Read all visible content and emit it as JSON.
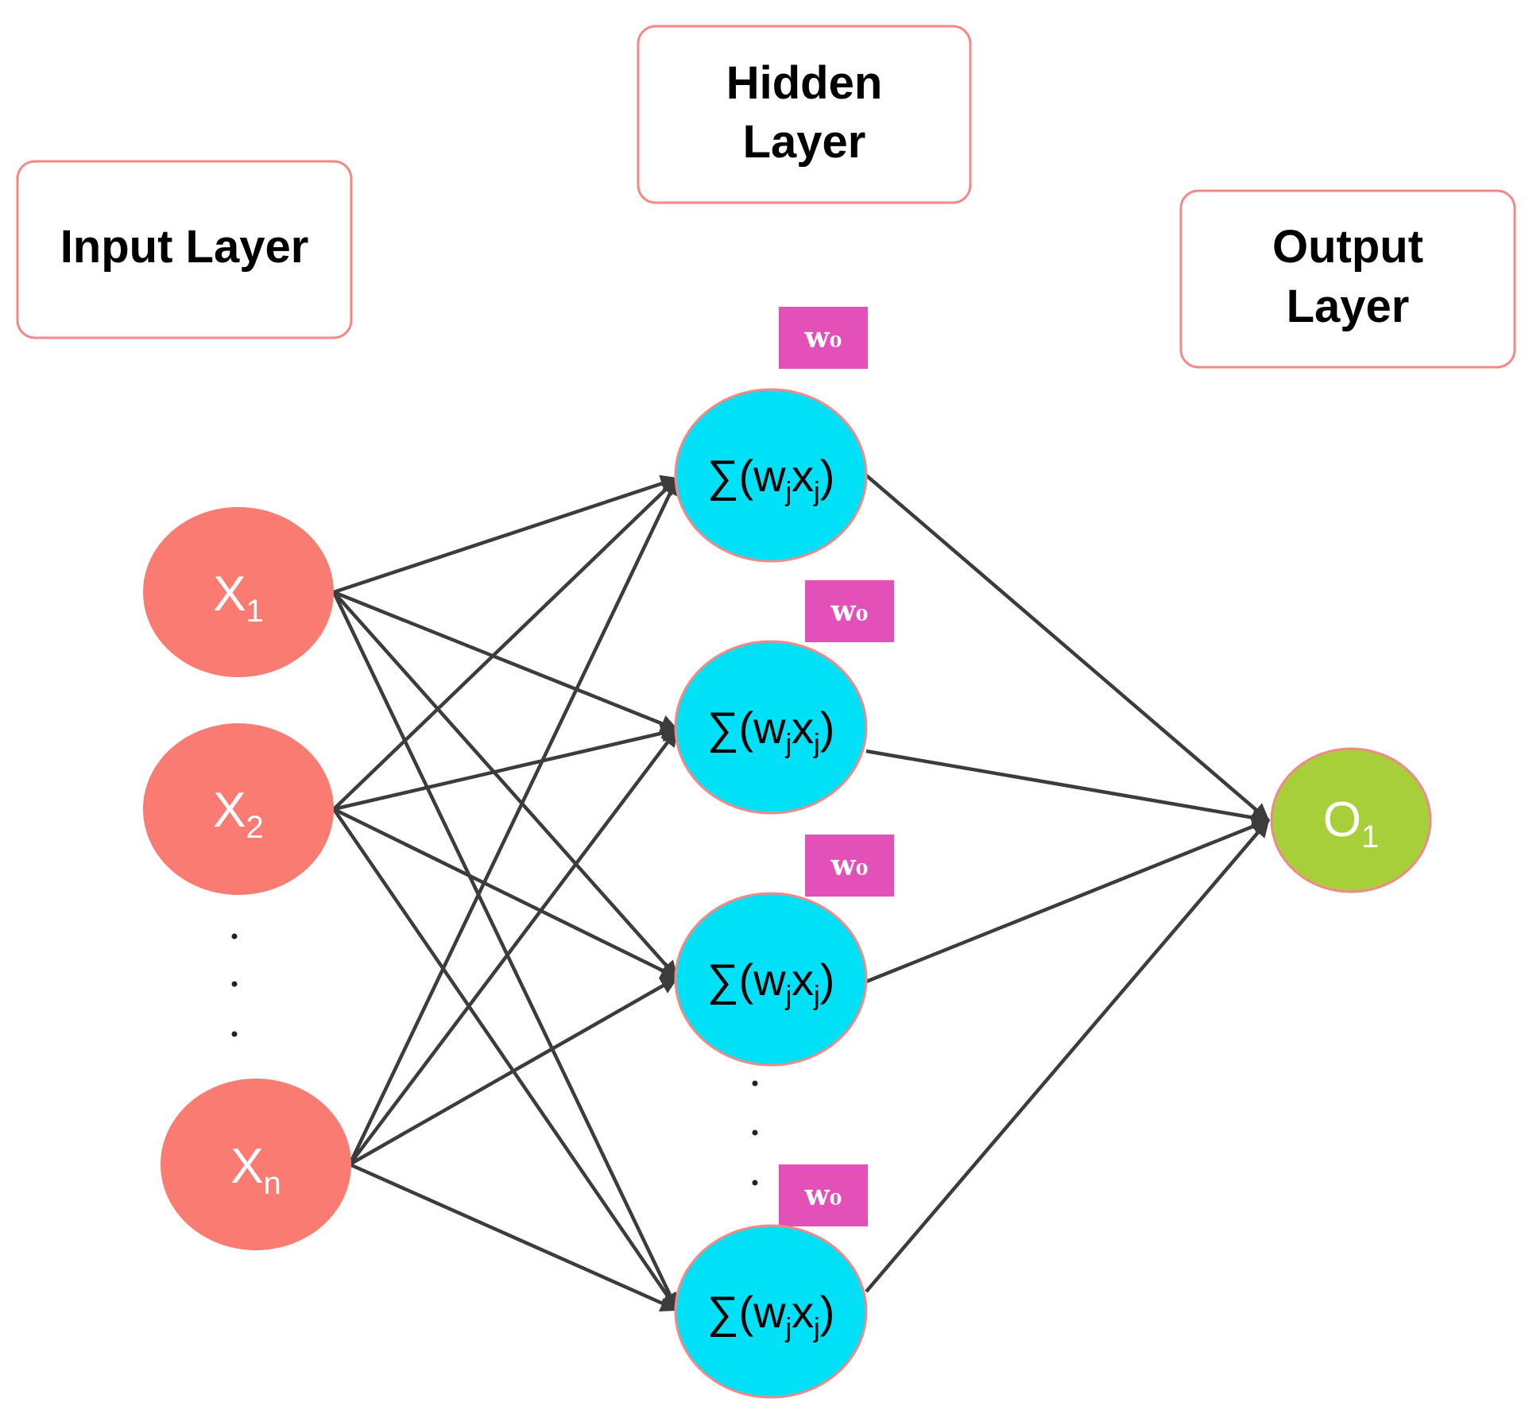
{
  "layers": {
    "input": [
      "Input Layer"
    ],
    "hidden": [
      "Hidden",
      "Layer"
    ],
    "output": [
      "Output",
      "Layer"
    ]
  },
  "input_nodes": [
    {
      "label": "X",
      "sub": "1"
    },
    {
      "label": "X",
      "sub": "2"
    },
    {
      "label": "X",
      "sub": "n"
    }
  ],
  "hidden_nodes": [
    {
      "prefix": "∑(w",
      "sub1": "j",
      "mid": "x",
      "sub2": "j",
      "suffix": ")"
    },
    {
      "prefix": "∑(w",
      "sub1": "j",
      "mid": "x",
      "sub2": "j",
      "suffix": ")"
    },
    {
      "prefix": "∑(w",
      "sub1": "j",
      "mid": "x",
      "sub2": "j",
      "suffix": ")"
    },
    {
      "prefix": "∑(w",
      "sub1": "j",
      "mid": "x",
      "sub2": "j",
      "suffix": ")"
    }
  ],
  "bias_label": "w₀",
  "output_nodes": [
    {
      "label": "O",
      "sub": "1"
    }
  ],
  "colors": {
    "input": "#fa7b72",
    "hidden": "#00e1f7",
    "output": "#a7cf3a",
    "bias": "#e350b8",
    "edge": "#3c3c3c",
    "box_border": "#f08a87"
  }
}
